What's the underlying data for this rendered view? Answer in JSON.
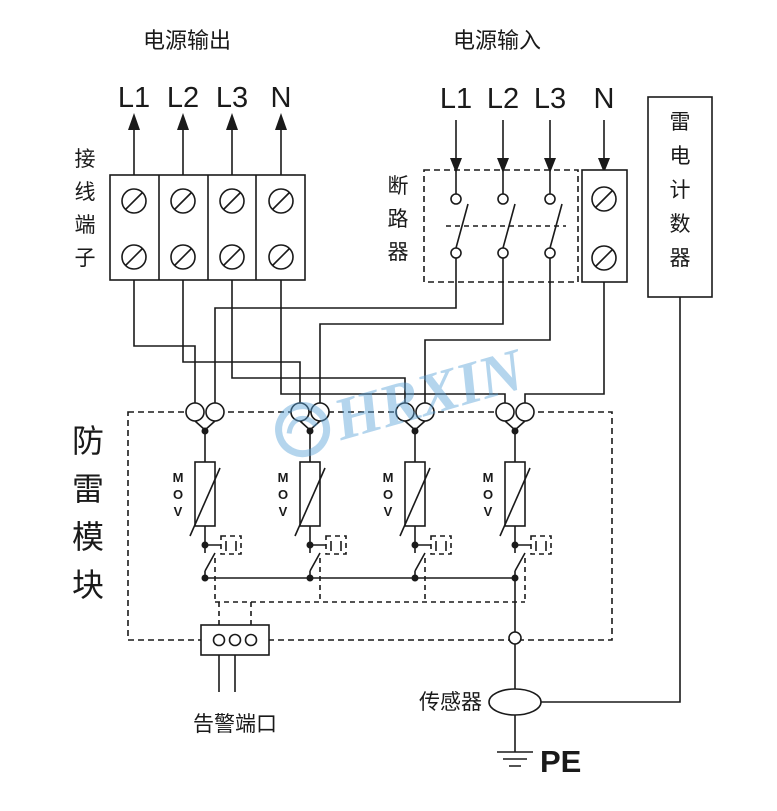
{
  "titles": {
    "power_output": "电源输出",
    "power_input": "电源输入"
  },
  "phases": {
    "output": [
      "L1",
      "L2",
      "L3",
      "N"
    ],
    "input": [
      "L1",
      "L2",
      "L3",
      "N"
    ]
  },
  "labels": {
    "terminal_block": [
      "接",
      "线",
      "端",
      "子"
    ],
    "breaker": [
      "断",
      "路",
      "器"
    ],
    "lightning_counter": [
      "雷",
      "电",
      "计",
      "数",
      "器"
    ],
    "spd_module": [
      "防",
      "雷",
      "模",
      "块"
    ],
    "mov": [
      "M",
      "O",
      "V"
    ],
    "alarm_port": "告警端口",
    "sensor": "传感器",
    "earth": "PE"
  },
  "watermark": {
    "text": "HRXIN",
    "color": "#5BA3D9"
  },
  "colors": {
    "line": "#1a1a1a",
    "background": "#ffffff"
  }
}
